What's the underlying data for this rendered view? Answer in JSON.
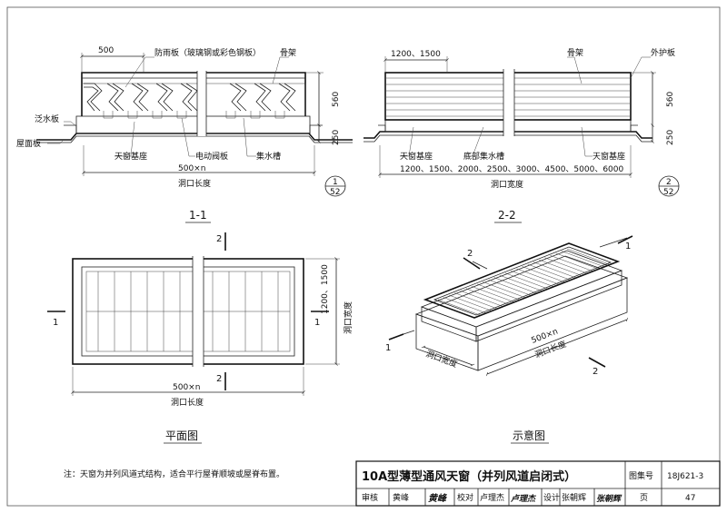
{
  "section_1": {
    "dim_top": "500",
    "label_rain_panel": "防雨板（玻璃钢或彩色钢板）",
    "label_frame": "骨架",
    "label_flashing": "泛水板",
    "label_roof_panel": "屋面板",
    "label_base": "天窗基座",
    "label_damper": "电动阀板",
    "label_gutter": "集水槽",
    "dim_height": "560",
    "dim_base_height": "250",
    "dim_length": "500×n",
    "label_length": "洞口长度",
    "ref_num": "1",
    "ref_den": "52",
    "title": "1-1"
  },
  "section_2": {
    "dim_top": "1200、1500",
    "label_frame": "骨架",
    "label_cover": "外护板",
    "label_base_left": "天窗基座",
    "label_bottom_gutter": "底部集水槽",
    "label_base_right": "天窗基座",
    "dim_height": "560",
    "dim_base_height": "250",
    "dim_width": "1200、1500、2000、2500、3000、4500、5000、6000",
    "label_width": "洞口宽度",
    "ref_num": "2",
    "ref_den": "52",
    "title": "2-2"
  },
  "plan": {
    "cut_top": "2",
    "cut_bottom": "2",
    "cut_left": "1",
    "cut_right": "1",
    "dim_side": "1200、1500",
    "label_width": "洞口宽度",
    "dim_length": "500×n",
    "label_length": "洞口长度",
    "title": "平面图"
  },
  "iso": {
    "cut_2_top": "2",
    "cut_1_top": "1",
    "cut_1_left": "1",
    "cut_2_bottom": "2",
    "label_width": "洞口宽度",
    "dim_length": "500×n",
    "label_length": "洞口长度",
    "title": "示意图"
  },
  "note": "注：天窗为并列风道式结构，适合平行屋脊顺坡或屋脊布置。",
  "titleblock": {
    "title": "10A型薄型通风天窗（并列风道启闭式）",
    "atlas_label": "图集号",
    "atlas_no": "18J621-3",
    "review_label": "审核",
    "review_name": "黄峰",
    "review_sign": "黄峰",
    "check_label": "校对",
    "check_name": "卢理杰",
    "check_sign": "卢理杰",
    "design_label": "设计",
    "design_name": "张朝辉",
    "design_sign": "张朝辉",
    "page_label": "页",
    "page_no": "47"
  }
}
